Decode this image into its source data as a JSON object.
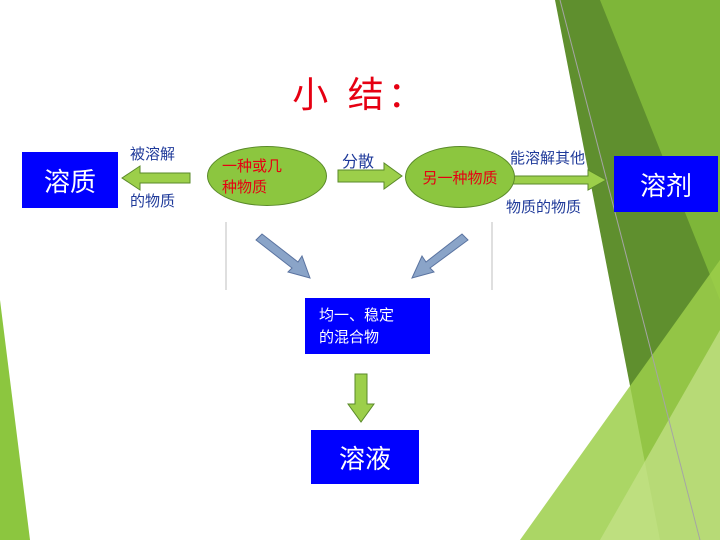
{
  "title": "小  结：",
  "nodes": {
    "solute": "溶质",
    "solvent": "溶剂",
    "solution": "溶液",
    "mixture_line1": "均一、稳定",
    "mixture_line2": "的混合物",
    "one_or_more_line1": "一种或几",
    "one_or_more_line2": "种物质",
    "another": "另一种物质"
  },
  "labels": {
    "dissolved_line1": "被溶解",
    "dissolved_line2": "的物质",
    "disperse": "分散",
    "dissolver_line1": "能溶解其他",
    "dissolver_line2": "物质的物质"
  },
  "colors": {
    "title_red": "#e60012",
    "box_blue": "#0000ff",
    "ellipse_green": "#8cc63f",
    "label_blue": "#1f3a9a"
  }
}
